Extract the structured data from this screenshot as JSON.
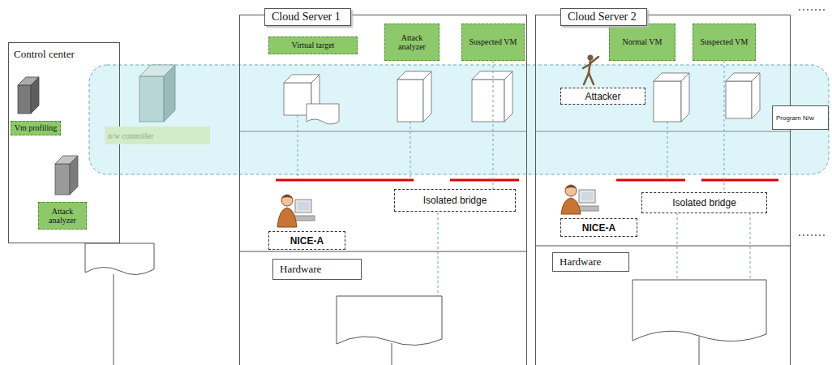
{
  "diagram": {
    "nodes": [
      {
        "text": [
          "Control center"
        ]
      },
      {
        "text": [
          "Vm profiling"
        ],
        "in": 0
      },
      {
        "text": [
          "n/w controller"
        ],
        "in": 0
      },
      {
        "text": [
          "Attack analyzer"
        ],
        "in": 0
      },
      {
        "text": [
          "Cloud Server 1"
        ]
      },
      {
        "text": [
          "Virtual target"
        ],
        "in": 4
      },
      {
        "text": [
          "Attack analyzer"
        ],
        "in": 4
      },
      {
        "text": [
          "Suspected VM"
        ],
        "in": 4
      },
      {
        "text": [
          "NICE-A"
        ],
        "in": 4
      },
      {
        "text": [
          "Isolated bridge"
        ],
        "in": 4
      },
      {
        "text": [
          "Hardware"
        ],
        "in": 4
      },
      {
        "text": [
          "Cloud Server 2"
        ]
      },
      {
        "text": [
          "Normal VM"
        ],
        "in": 11
      },
      {
        "text": [
          "Suspected VM"
        ],
        "in": 11
      },
      {
        "text": [
          "Attacker"
        ],
        "in": 11
      },
      {
        "text": [
          "NICE-A"
        ],
        "in": 11
      },
      {
        "text": [
          "Isolated bridge"
        ],
        "in": 11
      },
      {
        "text": [
          "Hardware"
        ],
        "in": 11
      },
      {
        "text": [
          "Program N/w"
        ]
      }
    ],
    "edges": [
      {
        "from": 7,
        "to": 9,
        "arrow": "none"
      },
      {
        "from": 13,
        "to": 16,
        "arrow": "none"
      }
    ]
  }
}
